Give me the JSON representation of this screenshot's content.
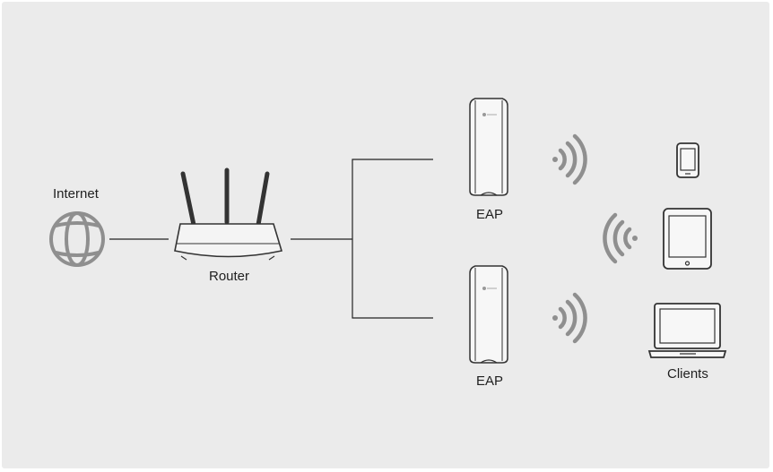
{
  "labels": {
    "internet": "Internet",
    "router": "Router",
    "eap_top": "EAP",
    "eap_bottom": "EAP",
    "clients": "Clients"
  },
  "colors": {
    "background": "#ebebeb",
    "stroke": "#333333",
    "icon_gray": "#8f8f8f",
    "line": "#222222"
  }
}
